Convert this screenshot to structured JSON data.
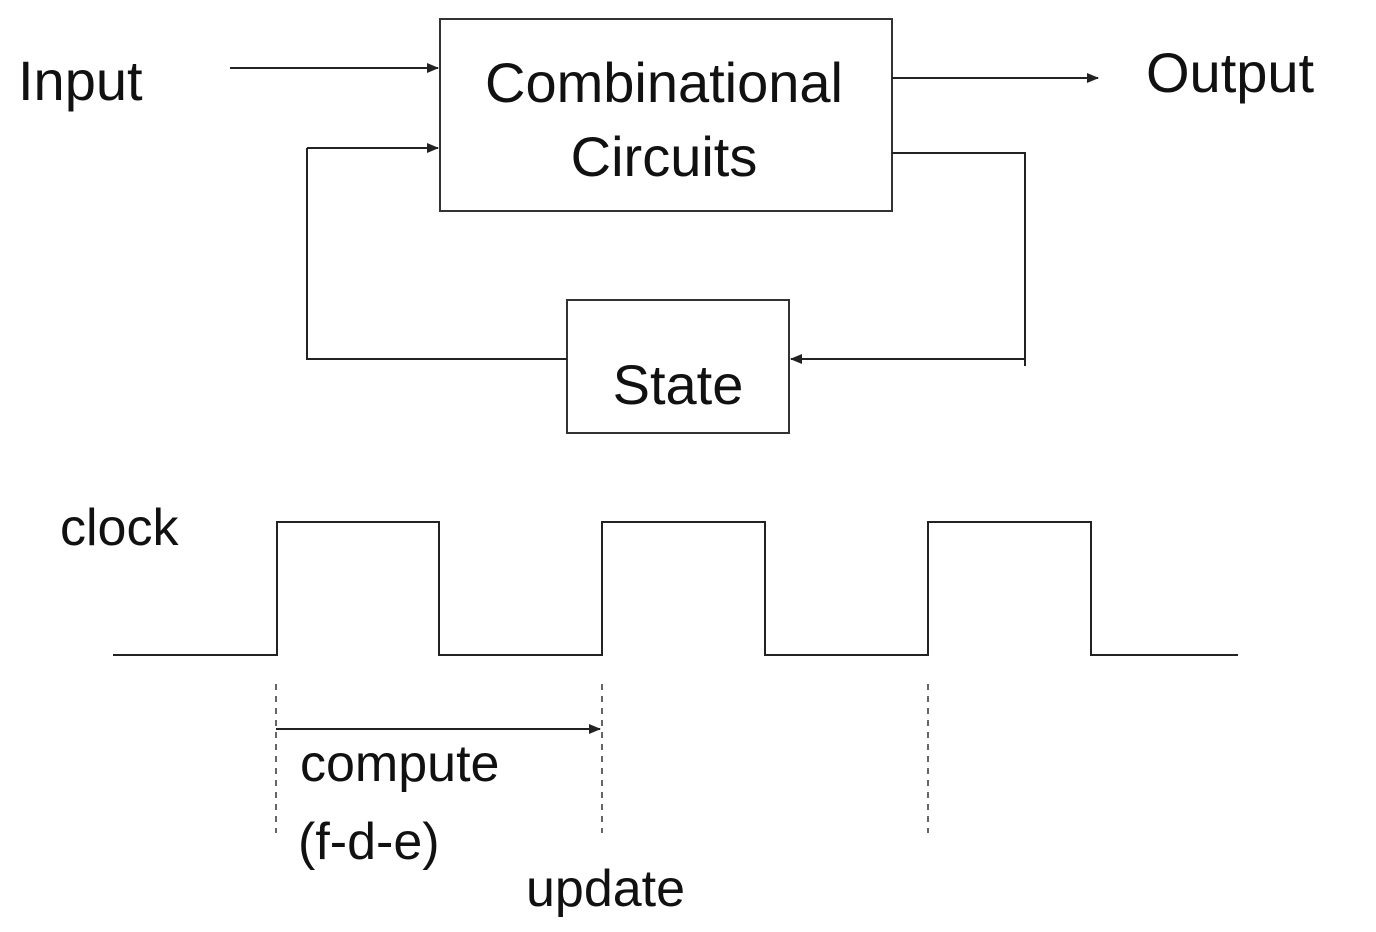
{
  "labels": {
    "input": "Input",
    "output": "Output",
    "comb_line1": "Combinational",
    "comb_line2": "Circuits",
    "state": "State",
    "clock": "clock",
    "compute": "compute",
    "fde": "(f-d-e)",
    "update": "update"
  },
  "colors": {
    "ink": "#111111",
    "background": "#ffffff"
  }
}
